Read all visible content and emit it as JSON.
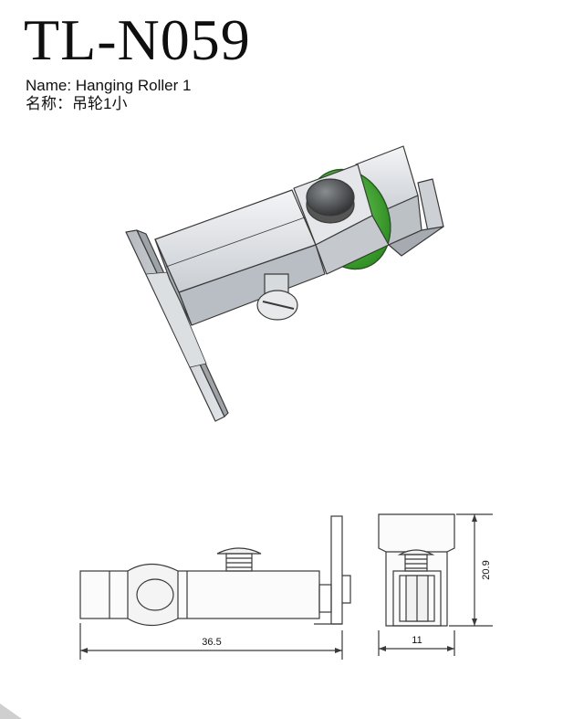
{
  "header": {
    "model_code": "TL-N059",
    "name_label": "Name:",
    "name_value": "Hanging Roller 1",
    "cn_label": "名称：",
    "cn_value": "吊轮1小"
  },
  "dimensions": {
    "length": "36.5",
    "height": "20.9",
    "width": "11"
  },
  "colors": {
    "roller": "#3fae2f",
    "metal": "#cfd3d8",
    "outline": "#3a3a3a"
  }
}
